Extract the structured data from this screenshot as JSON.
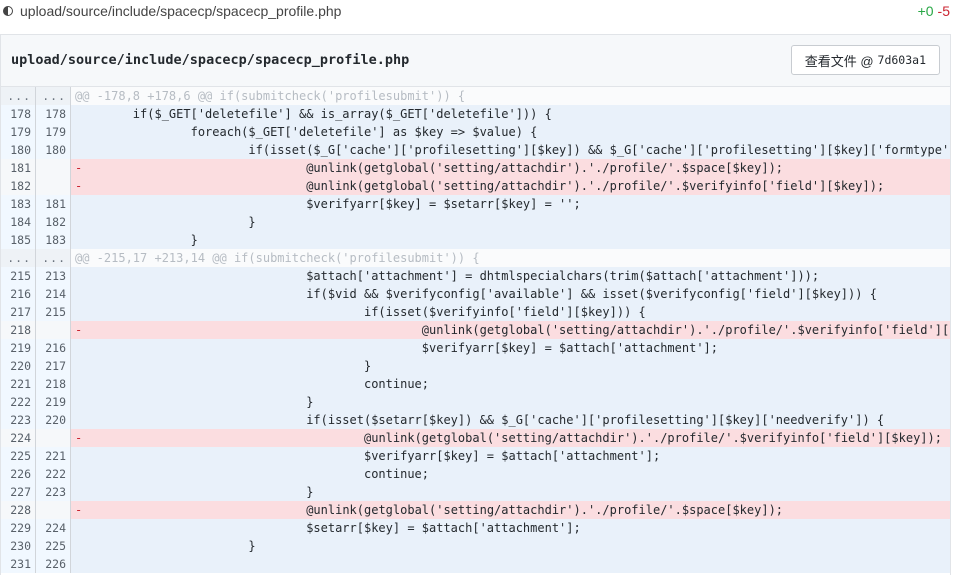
{
  "header": {
    "path": "upload/source/include/spacecp/spacecp_profile.php",
    "additions": "+0",
    "deletions": "-5"
  },
  "file": {
    "name": "upload/source/include/spacecp/spacecp_profile.php",
    "view_button": {
      "label": "查看文件 @",
      "sha": "7d603a1"
    }
  },
  "lines": [
    {
      "type": "hunk",
      "old": "...",
      "new": "...",
      "text": "@@ -178,8 +178,6 @@ if(submitcheck('profilesubmit')) {"
    },
    {
      "type": "ctx",
      "old": "178",
      "new": "178",
      "text": "        if($_GET['deletefile'] && is_array($_GET['deletefile'])) {"
    },
    {
      "type": "ctx",
      "old": "179",
      "new": "179",
      "text": "                foreach($_GET['deletefile'] as $key => $value) {"
    },
    {
      "type": "ctx",
      "old": "180",
      "new": "180",
      "text": "                        if(isset($_G['cache']['profilesetting'][$key]) && $_G['cache']['profilesetting'][$key]['formtype'] == 'file') {"
    },
    {
      "type": "del",
      "old": "181",
      "new": "",
      "text": "-                               @unlink(getglobal('setting/attachdir').'./profile/'.$space[$key]);"
    },
    {
      "type": "del",
      "old": "182",
      "new": "",
      "text": "-                               @unlink(getglobal('setting/attachdir').'./profile/'.$verifyinfo['field'][$key]);"
    },
    {
      "type": "ctx",
      "old": "183",
      "new": "181",
      "text": "                                $verifyarr[$key] = $setarr[$key] = '';"
    },
    {
      "type": "ctx",
      "old": "184",
      "new": "182",
      "text": "                        }"
    },
    {
      "type": "ctx",
      "old": "185",
      "new": "183",
      "text": "                }"
    },
    {
      "type": "hunk",
      "old": "...",
      "new": "...",
      "text": "@@ -215,17 +213,14 @@ if(submitcheck('profilesubmit')) {"
    },
    {
      "type": "ctx",
      "old": "215",
      "new": "213",
      "text": "                                $attach['attachment'] = dhtmlspecialchars(trim($attach['attachment']));"
    },
    {
      "type": "ctx",
      "old": "216",
      "new": "214",
      "text": "                                if($vid && $verifyconfig['available'] && isset($verifyconfig['field'][$key])) {"
    },
    {
      "type": "ctx",
      "old": "217",
      "new": "215",
      "text": "                                        if(isset($verifyinfo['field'][$key])) {"
    },
    {
      "type": "del",
      "old": "218",
      "new": "",
      "text": "-                                               @unlink(getglobal('setting/attachdir').'./profile/'.$verifyinfo['field'][$key]);"
    },
    {
      "type": "ctx",
      "old": "219",
      "new": "216",
      "text": "                                                $verifyarr[$key] = $attach['attachment'];"
    },
    {
      "type": "ctx",
      "old": "220",
      "new": "217",
      "text": "                                        }"
    },
    {
      "type": "ctx",
      "old": "221",
      "new": "218",
      "text": "                                        continue;"
    },
    {
      "type": "ctx",
      "old": "222",
      "new": "219",
      "text": "                                }"
    },
    {
      "type": "ctx",
      "old": "223",
      "new": "220",
      "text": "                                if(isset($setarr[$key]) && $_G['cache']['profilesetting'][$key]['needverify']) {"
    },
    {
      "type": "del",
      "old": "224",
      "new": "",
      "text": "-                                       @unlink(getglobal('setting/attachdir').'./profile/'.$verifyinfo['field'][$key]);"
    },
    {
      "type": "ctx",
      "old": "225",
      "new": "221",
      "text": "                                        $verifyarr[$key] = $attach['attachment'];"
    },
    {
      "type": "ctx",
      "old": "226",
      "new": "222",
      "text": "                                        continue;"
    },
    {
      "type": "ctx",
      "old": "227",
      "new": "223",
      "text": "                                }"
    },
    {
      "type": "del",
      "old": "228",
      "new": "",
      "text": "-                               @unlink(getglobal('setting/attachdir').'./profile/'.$space[$key]);"
    },
    {
      "type": "ctx",
      "old": "229",
      "new": "224",
      "text": "                                $setarr[$key] = $attach['attachment'];"
    },
    {
      "type": "ctx",
      "old": "230",
      "new": "225",
      "text": "                        }"
    },
    {
      "type": "ctx",
      "old": "231",
      "new": "226",
      "text": ""
    }
  ]
}
